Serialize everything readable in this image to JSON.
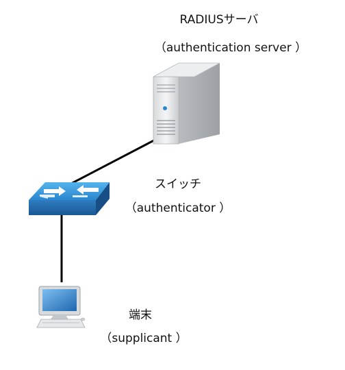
{
  "nodes": {
    "server": {
      "title": "RADIUSサーバ",
      "subtitle": "（authentication server ）",
      "icon": "server-tower-icon"
    },
    "switch": {
      "title": "スイッチ",
      "subtitle": "（authenticator ）",
      "icon": "network-switch-icon"
    },
    "client": {
      "title": "端末",
      "subtitle": "（supplicant ）",
      "icon": "desktop-computer-icon"
    }
  },
  "links": [
    {
      "from": "switch",
      "to": "server"
    },
    {
      "from": "switch",
      "to": "client"
    }
  ],
  "colors": {
    "line": "#000000",
    "switch_top": "#2f8fd6",
    "switch_side": "#1d5fa0",
    "server_body": "#e4e6e8",
    "screen": "#2a78c4"
  }
}
